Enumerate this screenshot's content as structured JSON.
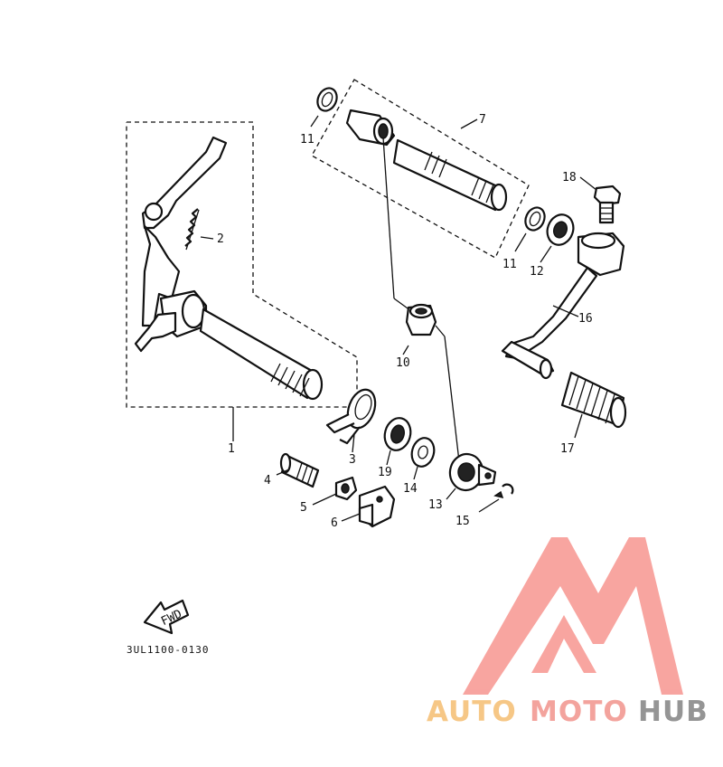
{
  "diagram": {
    "code": "3UL1100-0130",
    "fwd_label": "FWD",
    "callouts": [
      "1",
      "2",
      "3",
      "4",
      "5",
      "6",
      "7",
      "10",
      "11",
      "11",
      "12",
      "13",
      "14",
      "15",
      "16",
      "17",
      "18",
      "19"
    ]
  },
  "logo": {
    "text_part1": "AUTO",
    "text_part2": "MOTO",
    "text_part3": "HUB",
    "color_part1": "#f6c17a",
    "color_part2": "#f29a93",
    "color_part3": "#8a8a8a",
    "mark_color": "#f79b96"
  }
}
